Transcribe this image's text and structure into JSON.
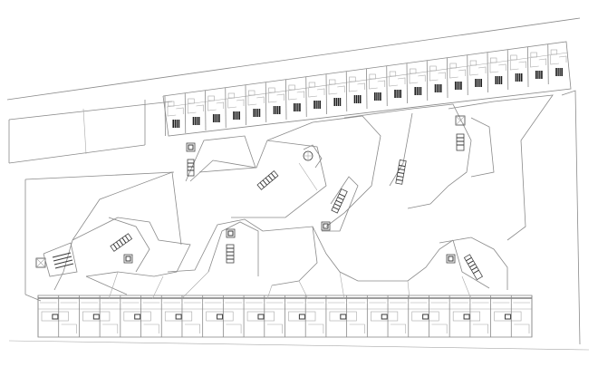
{
  "drawing": {
    "kind": "architectural site plan",
    "north_block_units": 20,
    "south_block_units": 24,
    "colors": {
      "background": "#ffffff",
      "line": "#8a8a8a",
      "thin_line": "#a8a8a8",
      "dark_line": "#3a3a3a",
      "fill": "#1e1e1e"
    }
  }
}
